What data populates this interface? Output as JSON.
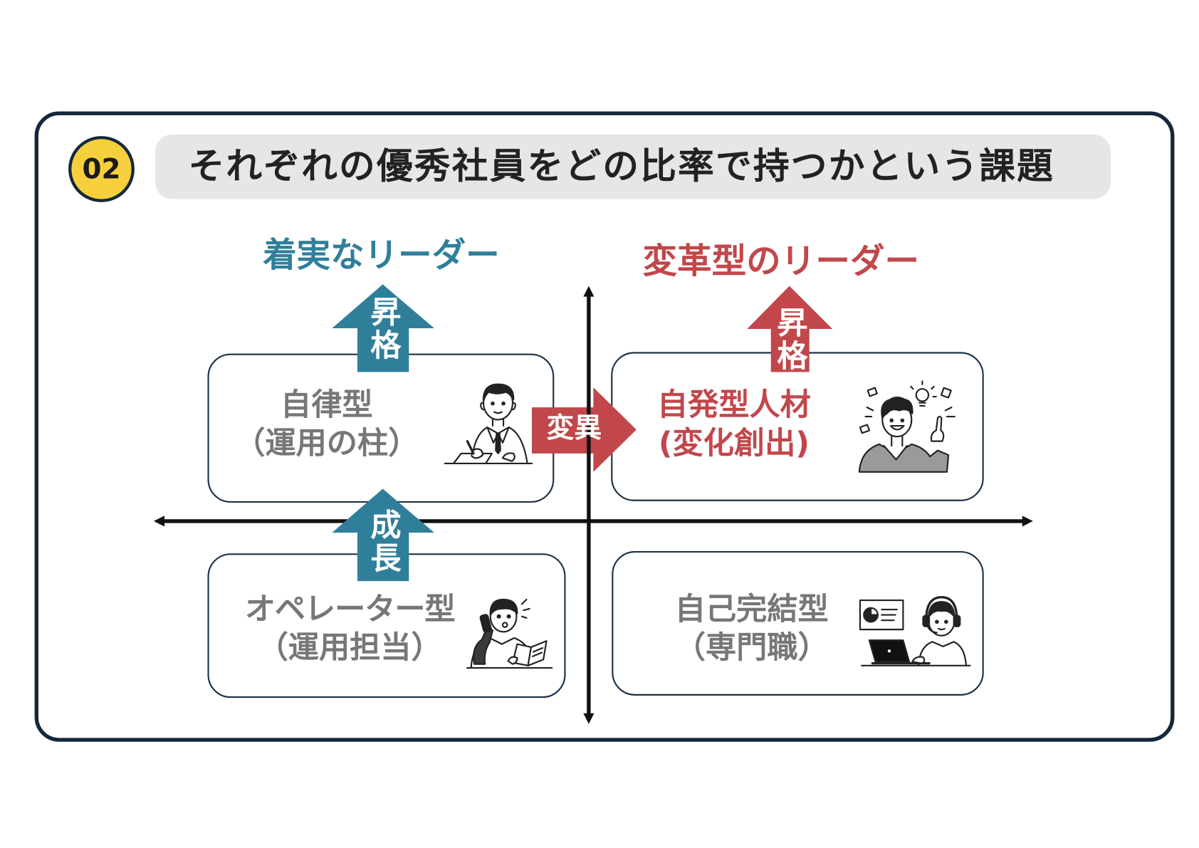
{
  "badge": {
    "number": "02"
  },
  "header": {
    "title": "それぞれの優秀社員をどの比率で持つかという課題"
  },
  "headings": {
    "left": "着実なリーダー",
    "right": "変革型のリーダー"
  },
  "arrows": {
    "promotion_left": "昇格",
    "promotion_right": "昇格",
    "mutation": "変異",
    "growth": "成長"
  },
  "quadrants": {
    "top_left": {
      "title": "自律型",
      "subtitle": "（運用の柱）",
      "illustration": "businessman-writing-icon"
    },
    "top_right": {
      "title": "自発型人材",
      "subtitle": "(変化創出)",
      "illustration": "person-with-idea-lightbulb-icon"
    },
    "bottom_left": {
      "title": "オペレーター型",
      "subtitle": "（運用担当）",
      "illustration": "person-on-phone-with-book-icon"
    },
    "bottom_right": {
      "title": "自己完結型",
      "subtitle": "（専門職）",
      "illustration": "person-with-headset-at-laptop-icon"
    }
  },
  "colors": {
    "frame": "#14283b",
    "badge": "#f6cf3d",
    "titlebar": "#e6e6e6",
    "teal": "#2f7f9b",
    "red": "#c1474b",
    "muted": "#777777",
    "axis": "#111111"
  }
}
